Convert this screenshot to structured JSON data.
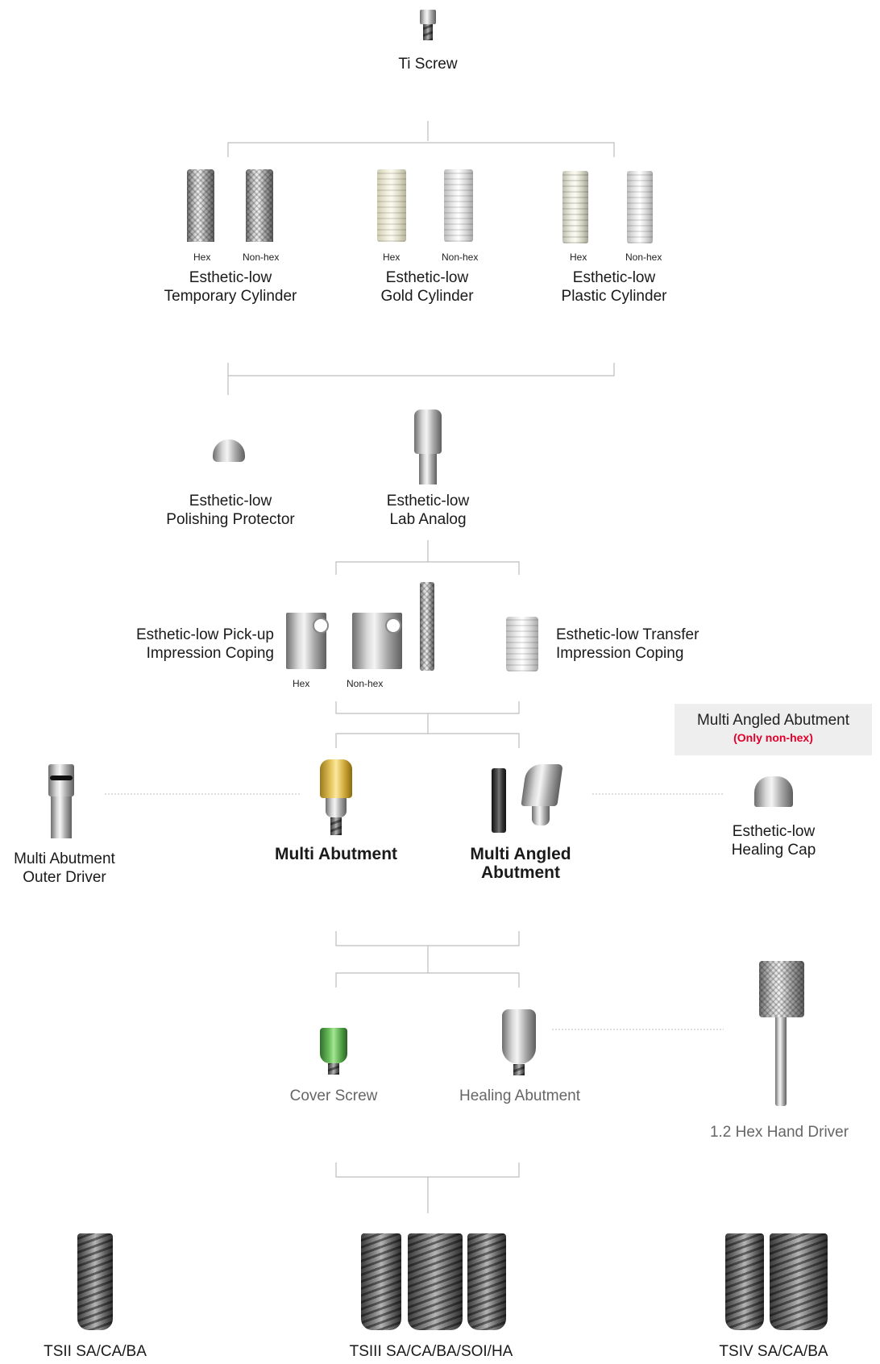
{
  "ti_screw": {
    "label": "Ti Screw"
  },
  "cylinders": {
    "temporary": {
      "hex": "Hex",
      "nonhex": "Non-hex",
      "line1": "Esthetic-low",
      "line2": "Temporary Cylinder"
    },
    "gold": {
      "hex": "Hex",
      "nonhex": "Non-hex",
      "line1": "Esthetic-low",
      "line2": "Gold Cylinder"
    },
    "plastic": {
      "hex": "Hex",
      "nonhex": "Non-hex",
      "line1": "Esthetic-low",
      "line2": "Plastic Cylinder"
    }
  },
  "polishing_protector": {
    "line1": "Esthetic-low",
    "line2": "Polishing Protector"
  },
  "lab_analog": {
    "line1": "Esthetic-low",
    "line2": "Lab Analog"
  },
  "pickup_coping": {
    "line1": "Esthetic-low Pick-up",
    "line2": "Impression Coping",
    "hex": "Hex",
    "nonhex": "Non-hex"
  },
  "transfer_coping": {
    "line1": "Esthetic-low Transfer",
    "line2": "Impression Coping"
  },
  "note_box": {
    "title": "Multi Angled Abutment",
    "subtitle": "(Only non-hex)",
    "subtitle_color": "#e0002b"
  },
  "outer_driver": {
    "line1": "Multi Abutment",
    "line2": "Outer Driver"
  },
  "multi_abutment": {
    "label": "Multi Abutment"
  },
  "multi_angled": {
    "line1": "Multi Angled",
    "line2": "Abutment"
  },
  "healing_cap": {
    "line1": "Esthetic-low",
    "line2": "Healing Cap"
  },
  "cover_screw": {
    "label": "Cover Screw"
  },
  "healing_abutment": {
    "label": "Healing Abutment"
  },
  "hex_driver": {
    "label": "1.2 Hex Hand Driver"
  },
  "implants": {
    "tsii": {
      "label": "TSII SA/CA/BA"
    },
    "tsiii": {
      "label": "TSIII SA/CA/BA/SOI/HA"
    },
    "tsiv": {
      "label": "TSIV SA/CA/BA"
    }
  }
}
